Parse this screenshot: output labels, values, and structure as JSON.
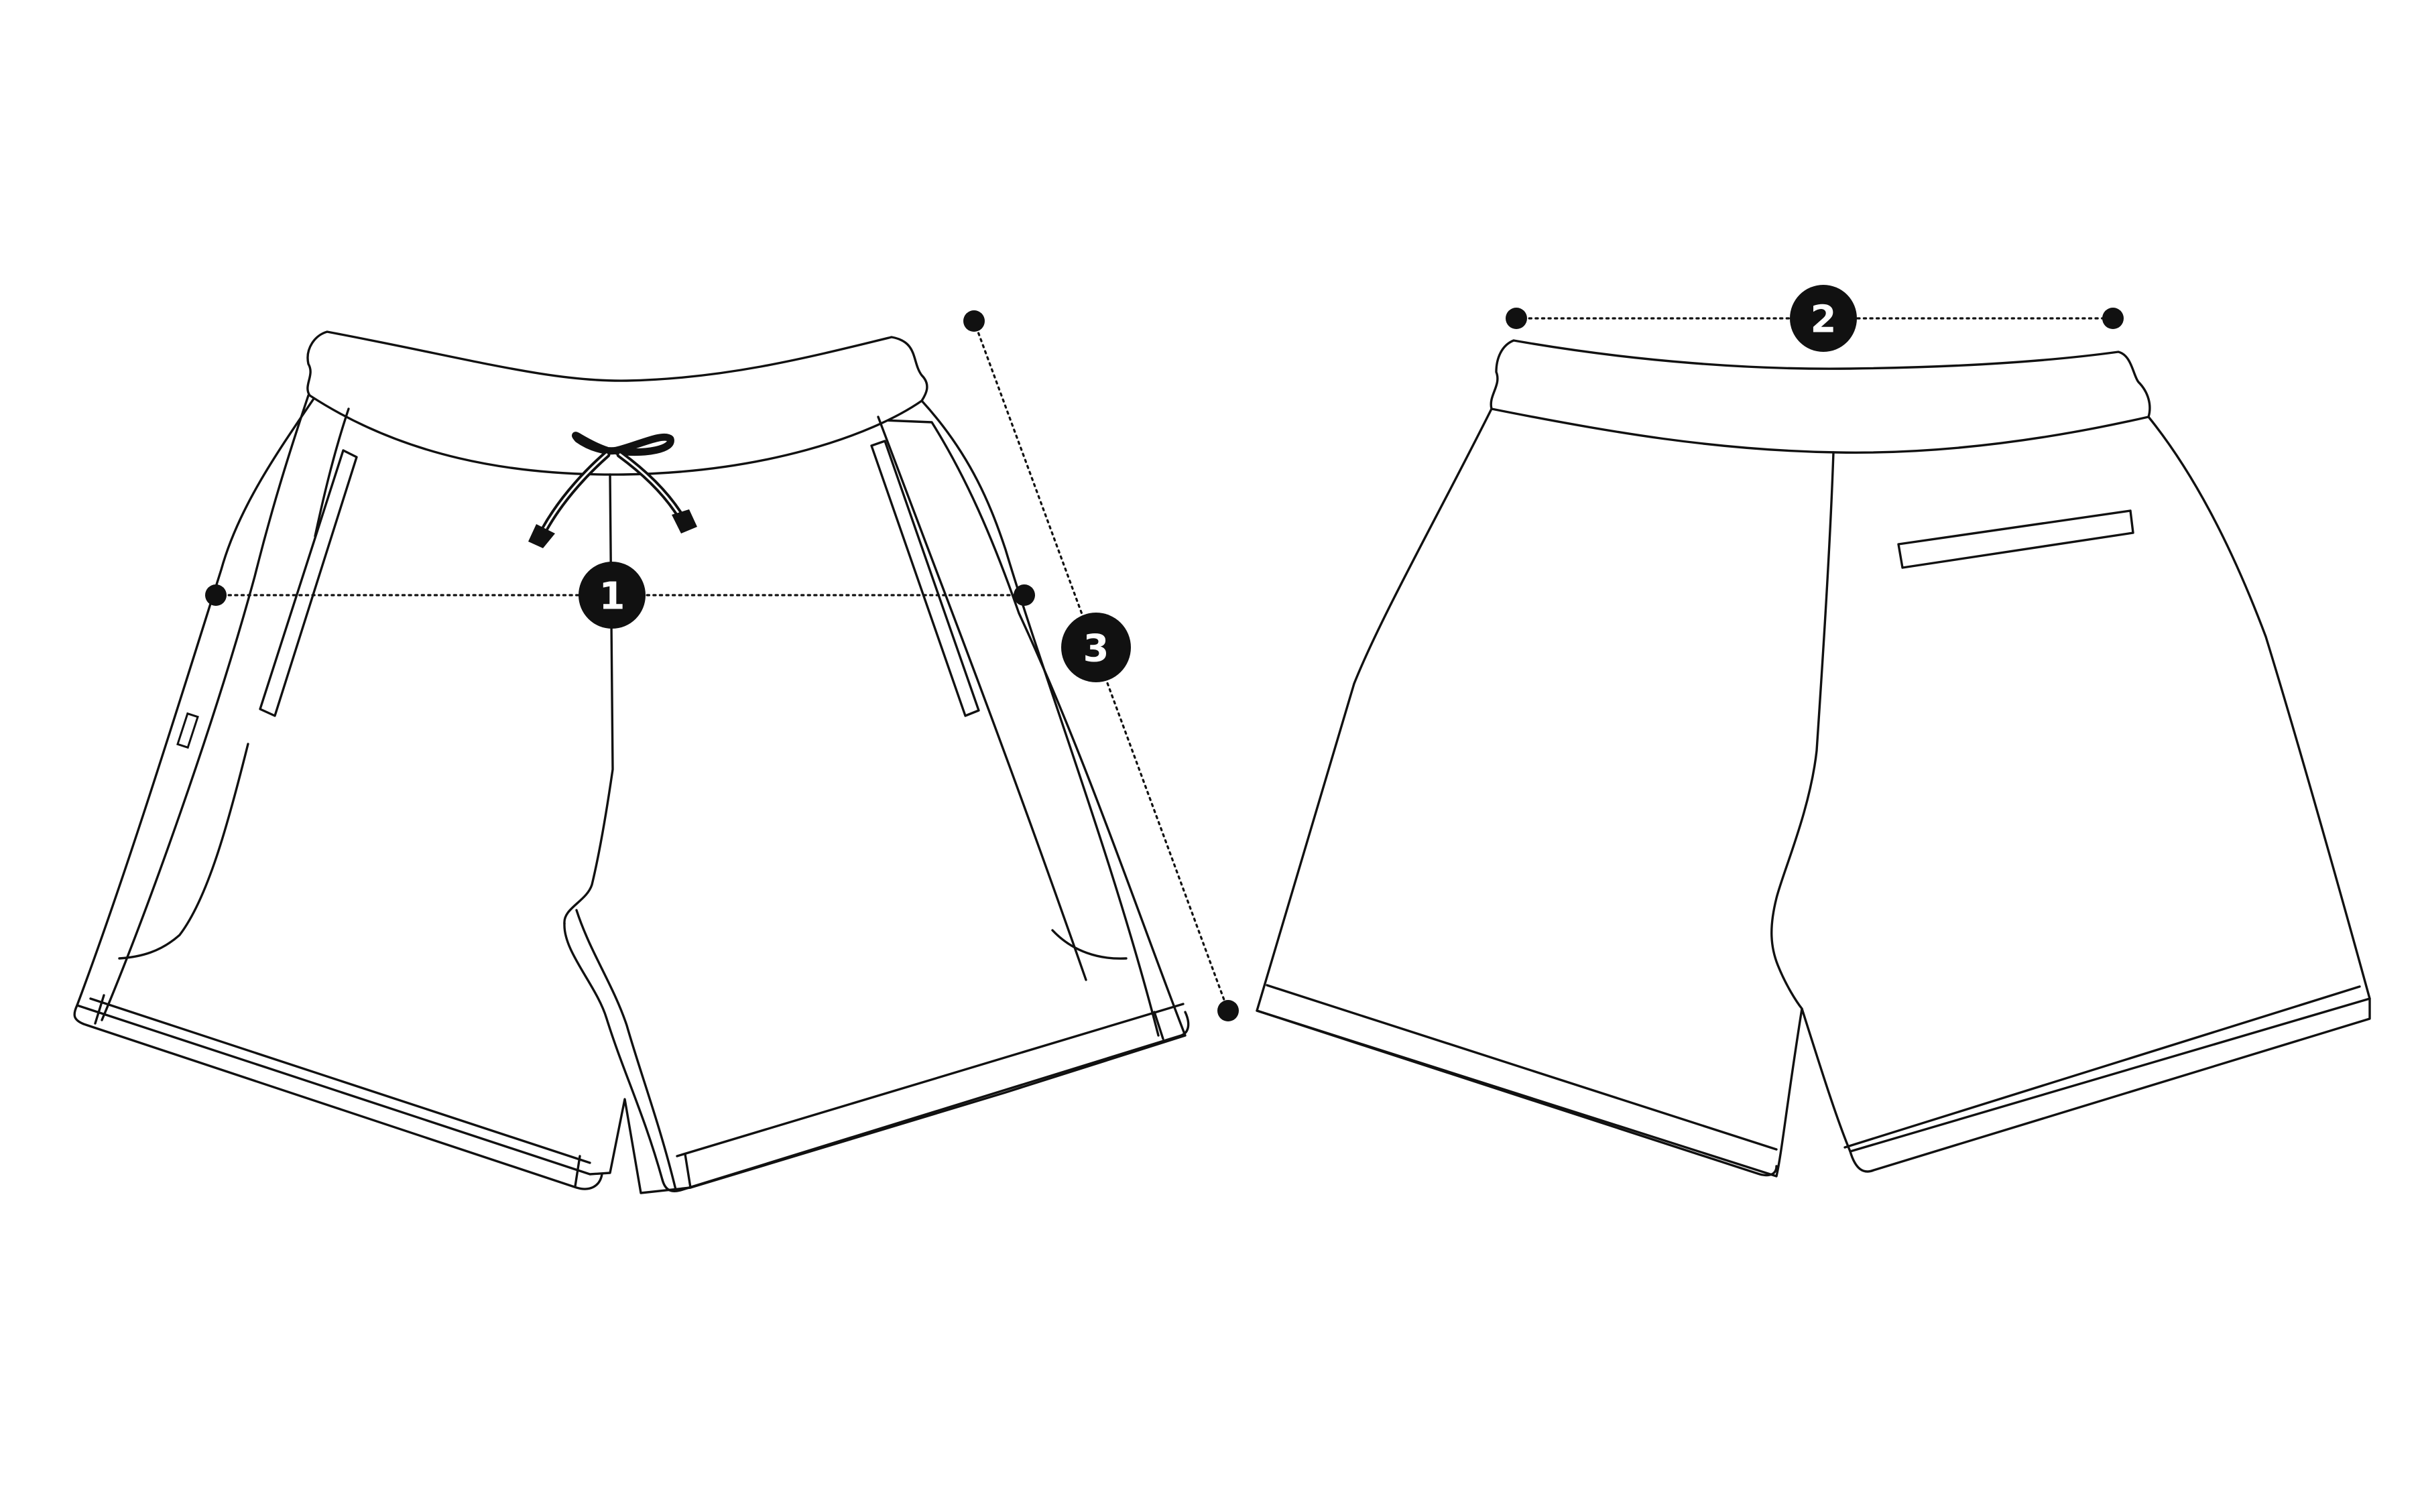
{
  "diagram": {
    "type": "garment-measurement-diagram",
    "views": [
      "front",
      "back"
    ],
    "measurement_points": [
      {
        "id": "1",
        "label": "1"
      },
      {
        "id": "2",
        "label": "2"
      },
      {
        "id": "3",
        "label": "3"
      }
    ],
    "colors": {
      "line": "#111111",
      "garment_fill": "#ffffff",
      "badge_text": "#ffffff",
      "background": "#ffffff"
    }
  }
}
